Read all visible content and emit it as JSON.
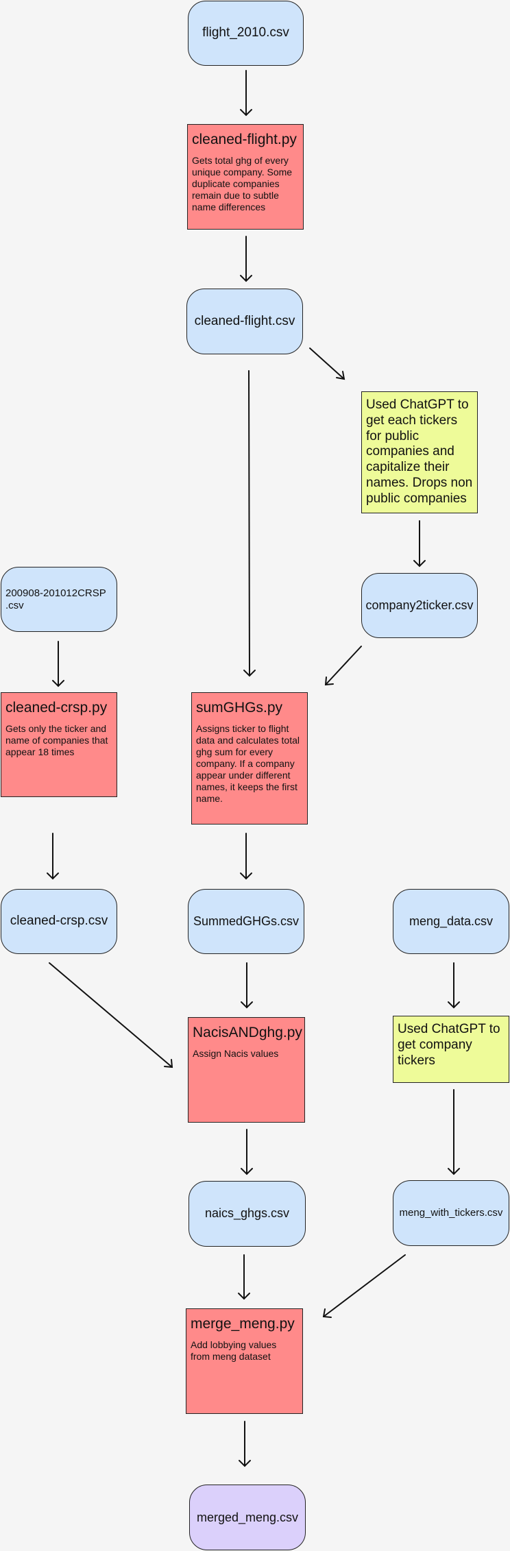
{
  "files": {
    "flight_2010": "flight_2010.csv",
    "cleaned_flight": "cleaned-flight.csv",
    "crsp_raw": "200908-201012CRSP .csv",
    "company2ticker": "company2ticker.csv",
    "cleaned_crsp": "cleaned-crsp.csv",
    "summed_ghgs": "SummedGHGs.csv",
    "meng_data": "meng_data.csv",
    "naics_ghgs": "naics_ghgs.csv",
    "meng_with_tickers": "meng_with_tickers.csv",
    "merged_meng": "merged_meng.csv"
  },
  "scripts": {
    "cleaned_flight_py": {
      "title": "cleaned-flight.py",
      "desc": "Gets total ghg of every unique company. Some duplicate companies remain due to subtle name differences"
    },
    "cleaned_crsp_py": {
      "title": "cleaned-crsp.py",
      "desc": "Gets only the ticker and name of companies that appear 18 times"
    },
    "sumghgs_py": {
      "title": "sumGHGs.py",
      "desc": "Assigns ticker to flight data and calculates total ghg sum for every company. If a company appear under different names, it keeps the first name."
    },
    "nacis_py": {
      "title": "NacisANDghg.py",
      "desc": "Assign Nacis values"
    },
    "merge_meng_py": {
      "title": "merge_meng.py",
      "desc": "Add lobbying values from meng dataset"
    }
  },
  "notes": {
    "chatgpt_tickers": "Used ChatGPT to get each  tickers for public companies and capitalize their names. Drops non public companies",
    "chatgpt_company_tickers": "Used ChatGPT to get company tickers"
  },
  "colors": {
    "file": "#cfe4fb",
    "script": "#ff8a8a",
    "note": "#eefb99",
    "final": "#dbd0fb"
  }
}
